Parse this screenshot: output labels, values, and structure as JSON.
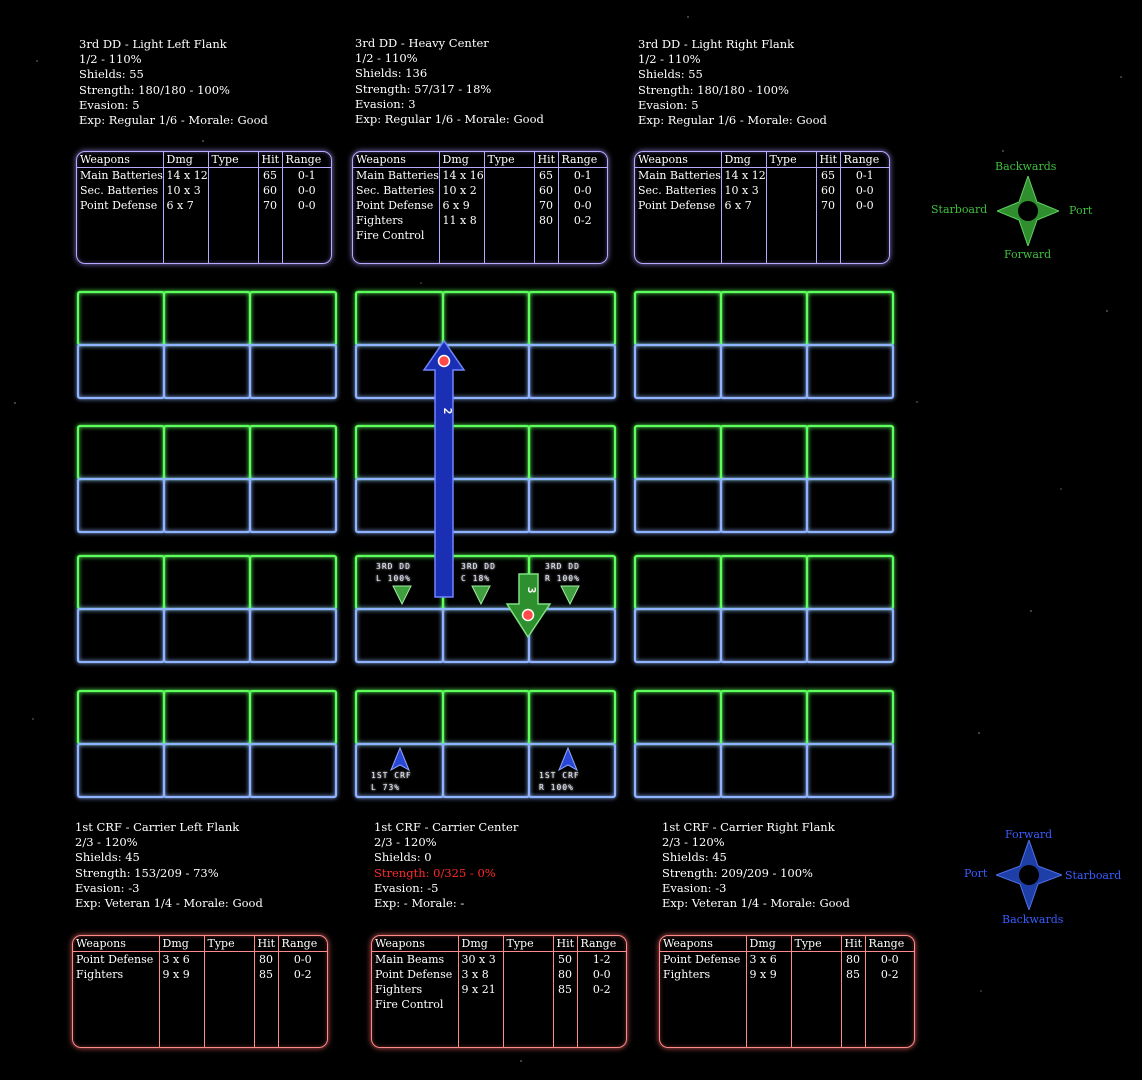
{
  "friendly_units": [
    {
      "lines": [
        "3rd DD - Light Left Flank",
        "1/2 - 110%",
        "Shields: 55",
        "Strength: 180/180 - 100%",
        "Evasion: 5",
        "Exp: Regular 1/6 - Morale: Good"
      ],
      "weapons": [
        [
          "Main Batteries",
          "14 x 12",
          "",
          "65",
          "0-1"
        ],
        [
          "Sec. Batteries",
          "10 x 3",
          "",
          "60",
          "0-0"
        ],
        [
          "Point Defense",
          "6 x 7",
          "",
          "70",
          "0-0"
        ]
      ]
    },
    {
      "lines": [
        "3rd DD - Heavy Center",
        "1/2 - 110%",
        "Shields: 136",
        "Strength: 57/317 - 18%",
        "Evasion: 3",
        "Exp: Regular 1/6 - Morale: Good"
      ],
      "weapons": [
        [
          "Main Batteries",
          "14 x 16",
          "",
          "65",
          "0-1"
        ],
        [
          "Sec. Batteries",
          "10 x 2",
          "",
          "60",
          "0-0"
        ],
        [
          "Point Defense",
          "6 x 9",
          "",
          "70",
          "0-0"
        ],
        [
          "Fighters",
          "11 x 8",
          "",
          "80",
          "0-2"
        ],
        [
          "Fire Control",
          "",
          "",
          "",
          ""
        ]
      ]
    },
    {
      "lines": [
        "3rd DD - Light Right Flank",
        "1/2 - 110%",
        "Shields: 55",
        "Strength: 180/180 - 100%",
        "Evasion: 5",
        "Exp: Regular 1/6 - Morale: Good"
      ],
      "weapons": [
        [
          "Main Batteries",
          "14 x 12",
          "",
          "65",
          "0-1"
        ],
        [
          "Sec. Batteries",
          "10 x 3",
          "",
          "60",
          "0-0"
        ],
        [
          "Point Defense",
          "6 x 7",
          "",
          "70",
          "0-0"
        ]
      ]
    }
  ],
  "enemy_units": [
    {
      "lines": [
        "1st CRF - Carrier Left Flank",
        "2/3 - 120%",
        "Shields: 45",
        "Strength: 153/209 - 73%",
        "Evasion: -3",
        "Exp: Veteran 1/4 - Morale: Good"
      ],
      "weapons": [
        [
          "Point Defense",
          "3 x 6",
          "",
          "80",
          "0-0"
        ],
        [
          "Fighters",
          "9 x 9",
          "",
          "85",
          "0-2"
        ]
      ]
    },
    {
      "lines": [
        "1st CRF - Carrier Center",
        "2/3 - 120%",
        "Shields: 0",
        "Strength: 0/325 - 0%",
        "Evasion: -5",
        "Exp: - Morale: -"
      ],
      "alert_line": 3,
      "weapons": [
        [
          "Main Beams",
          "30 x 3",
          "",
          "50",
          "1-2"
        ],
        [
          "Point Defense",
          "3 x 8",
          "",
          "80",
          "0-0"
        ],
        [
          "Fighters",
          "9 x 21",
          "",
          "85",
          "0-2"
        ],
        [
          "Fire Control",
          "",
          "",
          "",
          ""
        ]
      ]
    },
    {
      "lines": [
        "1st CRF - Carrier Right Flank",
        "2/3 - 120%",
        "Shields: 45",
        "Strength: 209/209 - 100%",
        "Evasion: -3",
        "Exp: Veteran 1/4  - Morale: Good"
      ],
      "weapons": [
        [
          "Point Defense",
          "3 x 6",
          "",
          "80",
          "0-0"
        ],
        [
          "Fighters",
          "9 x 9",
          "",
          "85",
          "0-2"
        ]
      ]
    }
  ],
  "weapon_headers": [
    "Weapons",
    "Dmg",
    "Type",
    "Hit",
    "Range"
  ],
  "map_labels": {
    "dd_left": [
      "3RD DD",
      "L 100%"
    ],
    "dd_center": [
      "3RD DD",
      "C 18%"
    ],
    "dd_right": [
      "3RD DD",
      "R 100%"
    ],
    "crf_left": [
      "1ST CRF",
      "L 73%"
    ],
    "crf_right": [
      "1ST CRF",
      "R 100%"
    ],
    "arrow_blue_number": "2",
    "arrow_green_number": "3"
  },
  "compass_friendly": {
    "top": "Backwards",
    "left": "Starboard",
    "right": "Port",
    "bottom": "Forward",
    "color": "#3fbf3f"
  },
  "compass_enemy": {
    "top": "Forward",
    "left": "Port",
    "right": "Starboard",
    "bottom": "Backwards",
    "color": "#2a4fd8"
  },
  "colors": {
    "grid_front": "#5cff5c",
    "grid_back": "#8fb3ff",
    "friendly_table": "#b9a8ff",
    "enemy_table": "#ff8a8a",
    "alert": "#ff2b2b"
  }
}
